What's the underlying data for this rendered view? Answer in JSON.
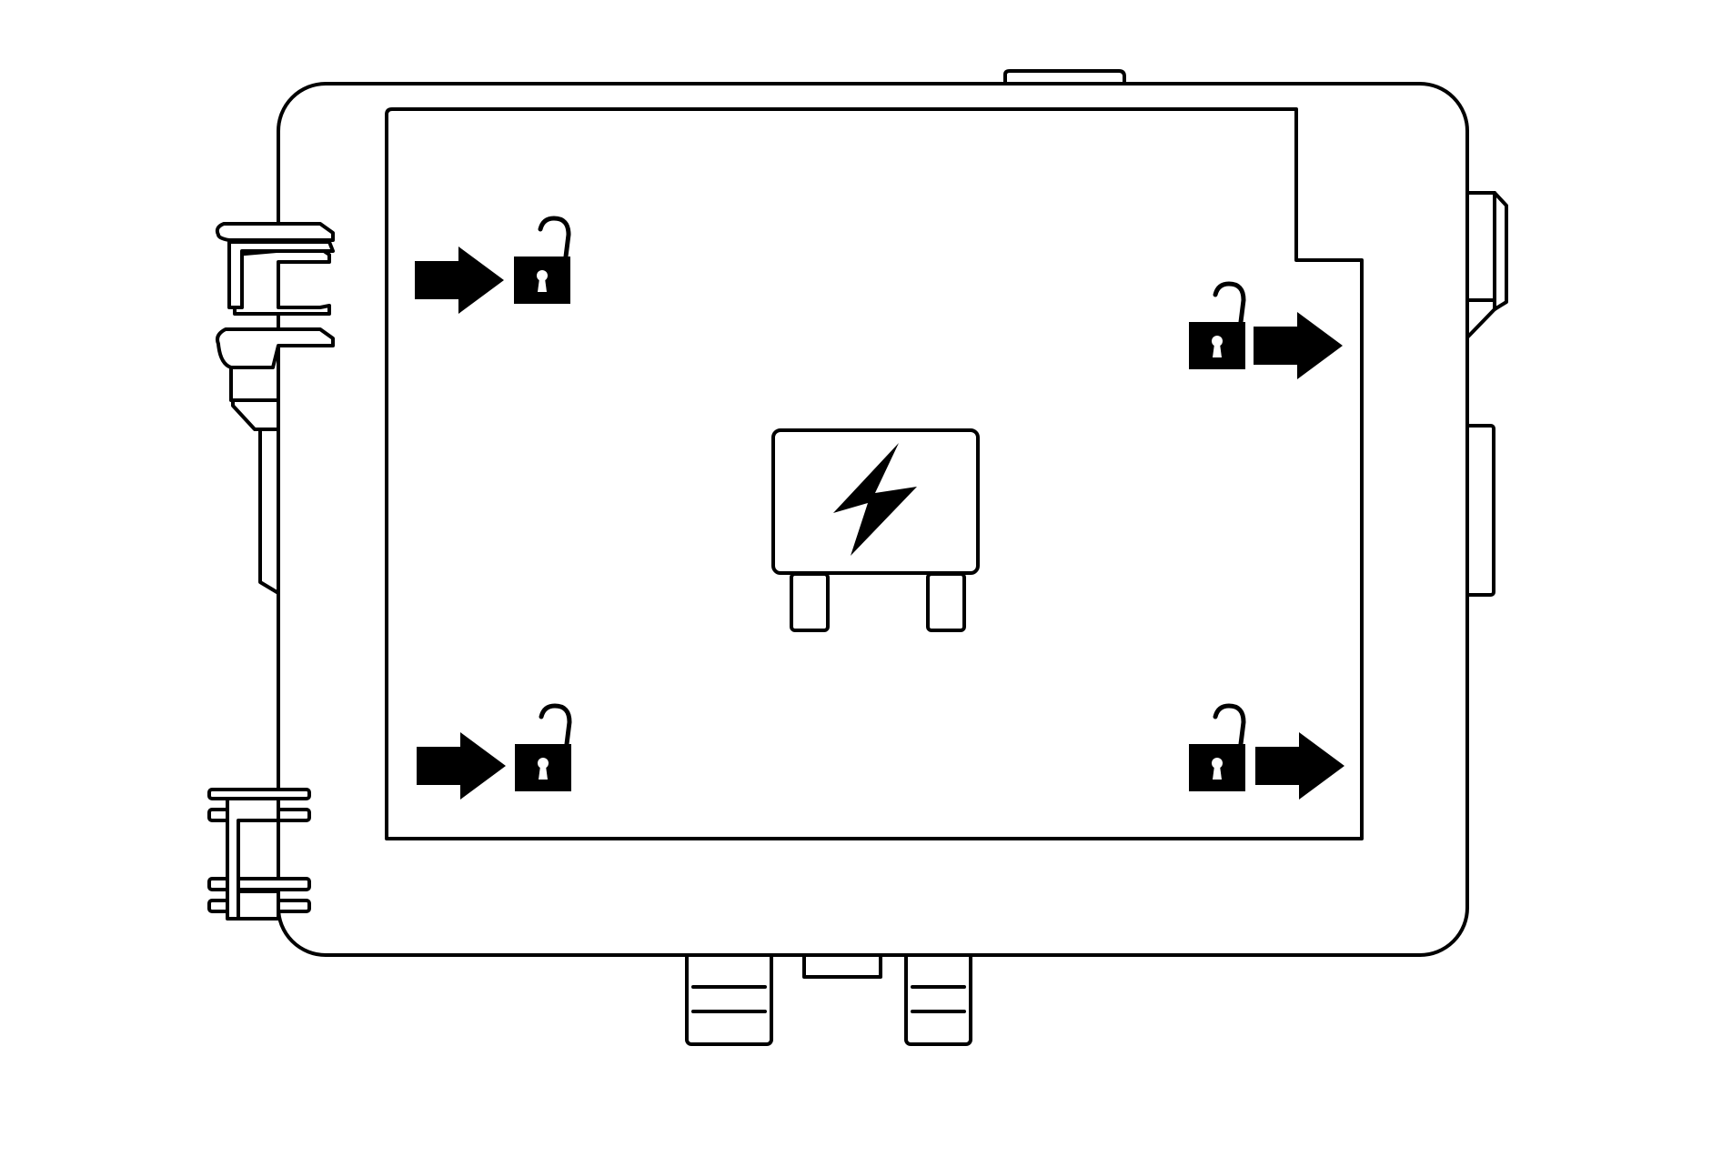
{
  "diagram": {
    "subject": "fuse-relay-block-cover-unlock-instructions",
    "line_color": "#000000",
    "background_color": "#ffffff",
    "icons": {
      "center": "relay-lightning-icon",
      "indicators": [
        "arrow-icon",
        "unlocked-padlock-icon"
      ]
    },
    "unlock_indicators": [
      {
        "position": "top-left",
        "arrow_direction": "right",
        "arrow_side": "left-of-lock"
      },
      {
        "position": "top-right",
        "arrow_direction": "right",
        "arrow_side": "right-of-lock"
      },
      {
        "position": "bottom-left",
        "arrow_direction": "right",
        "arrow_side": "left-of-lock"
      },
      {
        "position": "bottom-right",
        "arrow_direction": "right",
        "arrow_side": "right-of-lock"
      }
    ]
  }
}
